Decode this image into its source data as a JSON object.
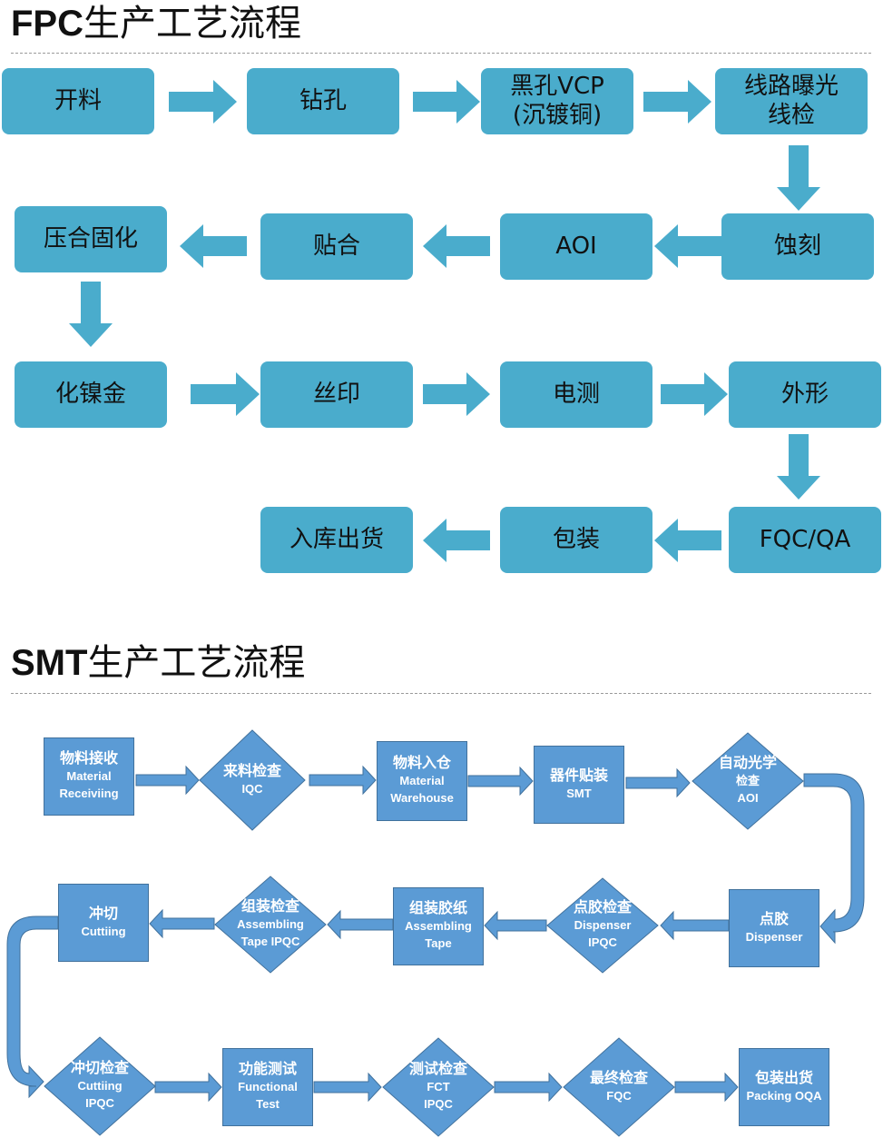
{
  "fpc": {
    "title_en": "FPC",
    "title_cn": "生产工艺流程",
    "steps": [
      {
        "lines": [
          "开料"
        ]
      },
      {
        "lines": [
          "钻孔"
        ]
      },
      {
        "lines": [
          "黑孔VCP",
          "(沉镀铜)"
        ]
      },
      {
        "lines": [
          "线路曝光",
          "线检"
        ]
      },
      {
        "lines": [
          "蚀刻"
        ]
      },
      {
        "lines": [
          "AOI"
        ]
      },
      {
        "lines": [
          "贴合"
        ]
      },
      {
        "lines": [
          "压合固化"
        ]
      },
      {
        "lines": [
          "化镍金"
        ]
      },
      {
        "lines": [
          "丝印"
        ]
      },
      {
        "lines": [
          "电测"
        ]
      },
      {
        "lines": [
          "外形"
        ]
      },
      {
        "lines": [
          "FQC/QA"
        ]
      },
      {
        "lines": [
          "包装"
        ]
      },
      {
        "lines": [
          "入库出货"
        ]
      }
    ]
  },
  "smt": {
    "title_en": "SMT",
    "title_cn": "生产工艺流程",
    "steps": [
      {
        "cn": "物料接收",
        "en": [
          "Material",
          "Receiviing"
        ]
      },
      {
        "cn": "来料检查",
        "en": [
          "IQC"
        ]
      },
      {
        "cn": "物料入仓",
        "en": [
          "Material",
          "Warehouse"
        ]
      },
      {
        "cn": "器件贴装",
        "en": [
          "SMT"
        ]
      },
      {
        "cn": "自动光学",
        "en": [
          "检查",
          "AOI"
        ]
      },
      {
        "cn": "点胶",
        "en": [
          "Dispenser"
        ]
      },
      {
        "cn": "点胶检查",
        "en": [
          "Dispenser",
          "IPQC"
        ]
      },
      {
        "cn": "组装胶纸",
        "en": [
          "Assembling",
          "Tape"
        ]
      },
      {
        "cn": "组装检查",
        "en": [
          "Assembling",
          "Tape  IPQC"
        ]
      },
      {
        "cn": "冲切",
        "en": [
          "Cuttiing"
        ]
      },
      {
        "cn": "冲切检查",
        "en": [
          "Cuttiing",
          "IPQC"
        ]
      },
      {
        "cn": "功能测试",
        "en": [
          "Functional",
          "Test"
        ]
      },
      {
        "cn": "测试检查",
        "en": [
          "FCT",
          "IPQC"
        ]
      },
      {
        "cn": "最终检查",
        "en": [
          "FQC"
        ]
      },
      {
        "cn": "包装出货",
        "en": [
          "Packing OQA"
        ]
      }
    ]
  },
  "colors": {
    "fpc_box": "#4aaccc",
    "fpc_arrow": "#4aaccc",
    "smt_shape": "#5b9bd5",
    "smt_border": "#41719c"
  }
}
